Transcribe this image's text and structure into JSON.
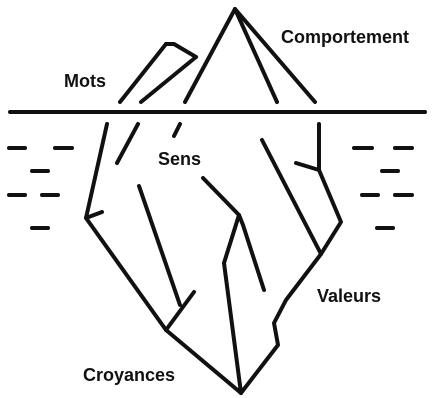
{
  "labels": {
    "behavior": "Comportement",
    "words": "Mots",
    "meaning": "Sens",
    "values": "Valeurs",
    "beliefs": "Croyances"
  },
  "colors": {
    "ink": "#111111",
    "background": "#ffffff"
  }
}
